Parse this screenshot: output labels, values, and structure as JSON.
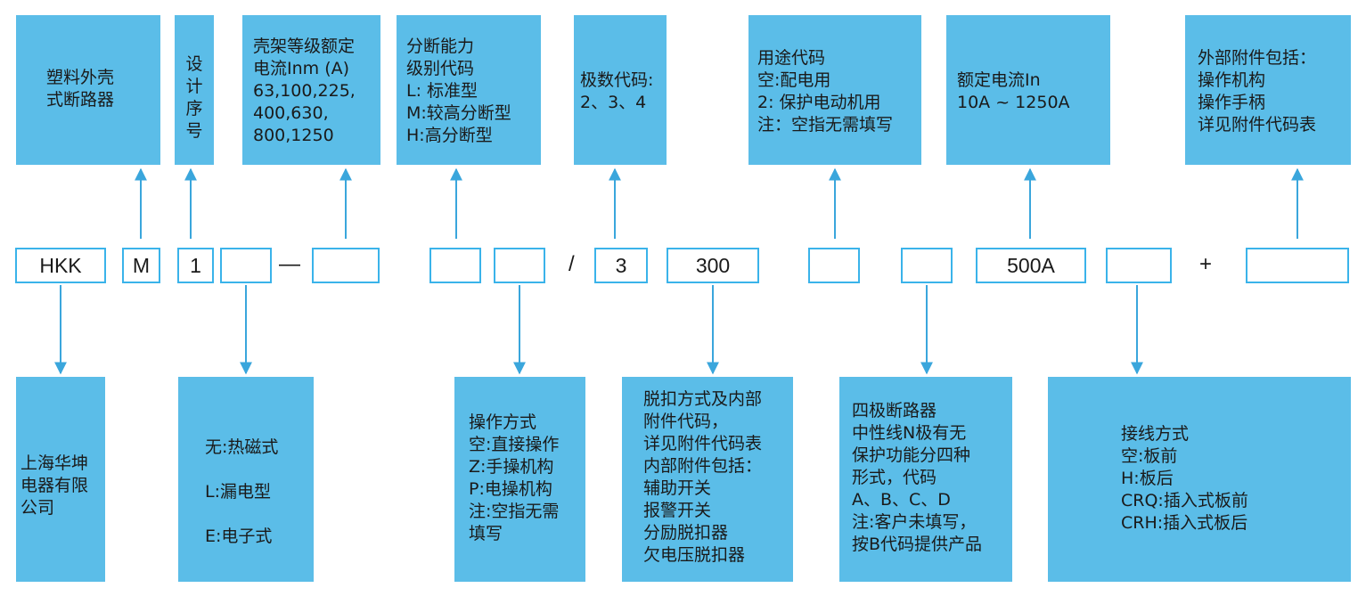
{
  "top_boxes": {
    "shell_type": "塑料外壳\n式断路器",
    "design_no": "设计序号",
    "frame_rating": "壳架等级额定\n电流Inm (A)\n63,100,225,\n400,630,\n800,1250",
    "breaking": "分断能力\n级别代码\nL: 标准型\nM:较高分断型\nH:高分断型",
    "poles": "极数代码:\n2、3、4",
    "usage": "用途代码\n空:配电用\n2: 保护电动机用\n注：空指无需填写",
    "rated_current": "额定电流In\n10A ~ 1250A",
    "external": "外部附件包括：\n操作机构\n操作手柄\n详见附件代码表"
  },
  "code_row": {
    "brand": "HKK",
    "m": "M",
    "design_no": "1",
    "blank1": "",
    "dash": "—",
    "blank2": "",
    "blank3": "",
    "blank4": "",
    "slash": "/",
    "poles": "3",
    "trip": "300",
    "blank5": "",
    "blank6": "",
    "current": "500A",
    "blank7": "",
    "plus": "+",
    "blank8": ""
  },
  "bottom_boxes": {
    "manufacturer": "上海华坤\n电器有限\n公司",
    "leak": "无:热磁式\n\nL:漏电型\n\nE:电子式",
    "operation": "操作方式\n空:直接操作\nZ:手操机构\nP:电操机构\n注:空指无需\n填写",
    "trip_accessories": "脱扣方式及内部\n附件代码，\n详见附件代码表\n内部附件包括：\n辅助开关\n报警开关\n分励脱扣器\n欠电压脱扣器",
    "four_pole": "四极断路器\n中性线N极有无\n保护功能分四种\n形式，代码\nA、B、C、D\n注:客户未填写，\n按B代码提供产品",
    "wiring": "接线方式\n空:板前\nH:板后\nCRQ:插入式板前\nCRH:插入式板后"
  },
  "colors": {
    "box_fill": "#5bbde8",
    "border": "#3ab3ea",
    "arrow": "#3aa6dc"
  }
}
